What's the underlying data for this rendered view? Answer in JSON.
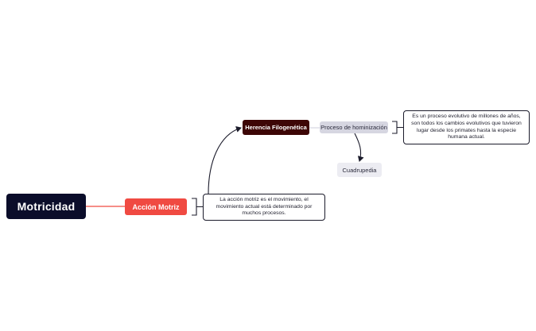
{
  "map": {
    "root": "Motricidad",
    "accion": "Acción Motriz",
    "accion_note": "La acción motriz es el movimiento, el movimiento actual está determinado por muchos procesos.",
    "herencia": "Herencia Filogenética",
    "proceso": "Proceso de hominización",
    "proceso_note": "Es un proceso evolutivo de millones de años, son todos los cambios evolutivos que tuvieron lugar desde los primates hasta la especie humana actual.",
    "cuadrupedia": "Cuadrupedia"
  },
  "colors": {
    "root_bg": "#0b0d2a",
    "accion_bg": "#f04a42",
    "herencia_bg": "#3d0606",
    "proceso_bg": "#d6d6e1",
    "cuadrupedia_bg": "#ececf2",
    "connector": "#1b1b2b",
    "accent_line": "#f04a42"
  }
}
